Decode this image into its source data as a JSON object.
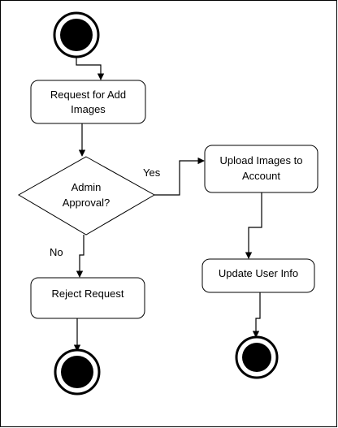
{
  "diagram": {
    "type": "activity-flowchart",
    "nodes": {
      "request_add_images": {
        "lines": [
          "Request for Add",
          "Images"
        ]
      },
      "admin_approval": {
        "lines": [
          "Admin",
          "Approval?"
        ]
      },
      "upload_images": {
        "lines": [
          "Upload Images to",
          "Account"
        ]
      },
      "reject_request": {
        "lines": [
          "Reject Request"
        ]
      },
      "update_user_info": {
        "lines": [
          "Update User Info"
        ]
      }
    },
    "edge_labels": {
      "yes": "Yes",
      "no": "No"
    }
  }
}
